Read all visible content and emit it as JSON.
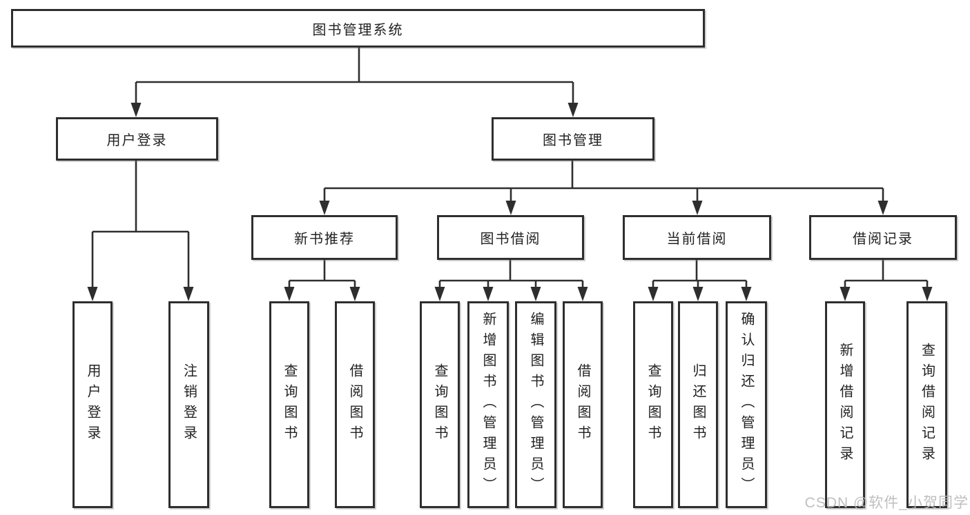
{
  "tree": {
    "label": "图书管理系统",
    "children": [
      {
        "label": "用户登录",
        "children": [
          {
            "label": "用户登录"
          },
          {
            "label": "注销登录"
          }
        ]
      },
      {
        "label": "图书管理",
        "children": [
          {
            "label": "新书推荐",
            "children": [
              {
                "label": "查询图书"
              },
              {
                "label": "借阅图书"
              }
            ]
          },
          {
            "label": "图书借阅",
            "children": [
              {
                "label": "查询图书"
              },
              {
                "label": "新增图书（管理员）"
              },
              {
                "label": "编辑图书（管理员）"
              },
              {
                "label": "借阅图书"
              }
            ]
          },
          {
            "label": "当前借阅",
            "children": [
              {
                "label": "查询图书"
              },
              {
                "label": "归还图书"
              },
              {
                "label": "确认归还（管理员）"
              }
            ]
          },
          {
            "label": "借阅记录",
            "children": [
              {
                "label": "新增借阅记录"
              },
              {
                "label": "查询借阅记录"
              }
            ]
          }
        ]
      }
    ]
  },
  "watermark": {
    "text": "CSDN @软件_小贺同学"
  },
  "colors": {
    "line": "#2e2e2e",
    "text": "#222222",
    "background": "#ffffff",
    "watermark": "#bcbcbc"
  }
}
